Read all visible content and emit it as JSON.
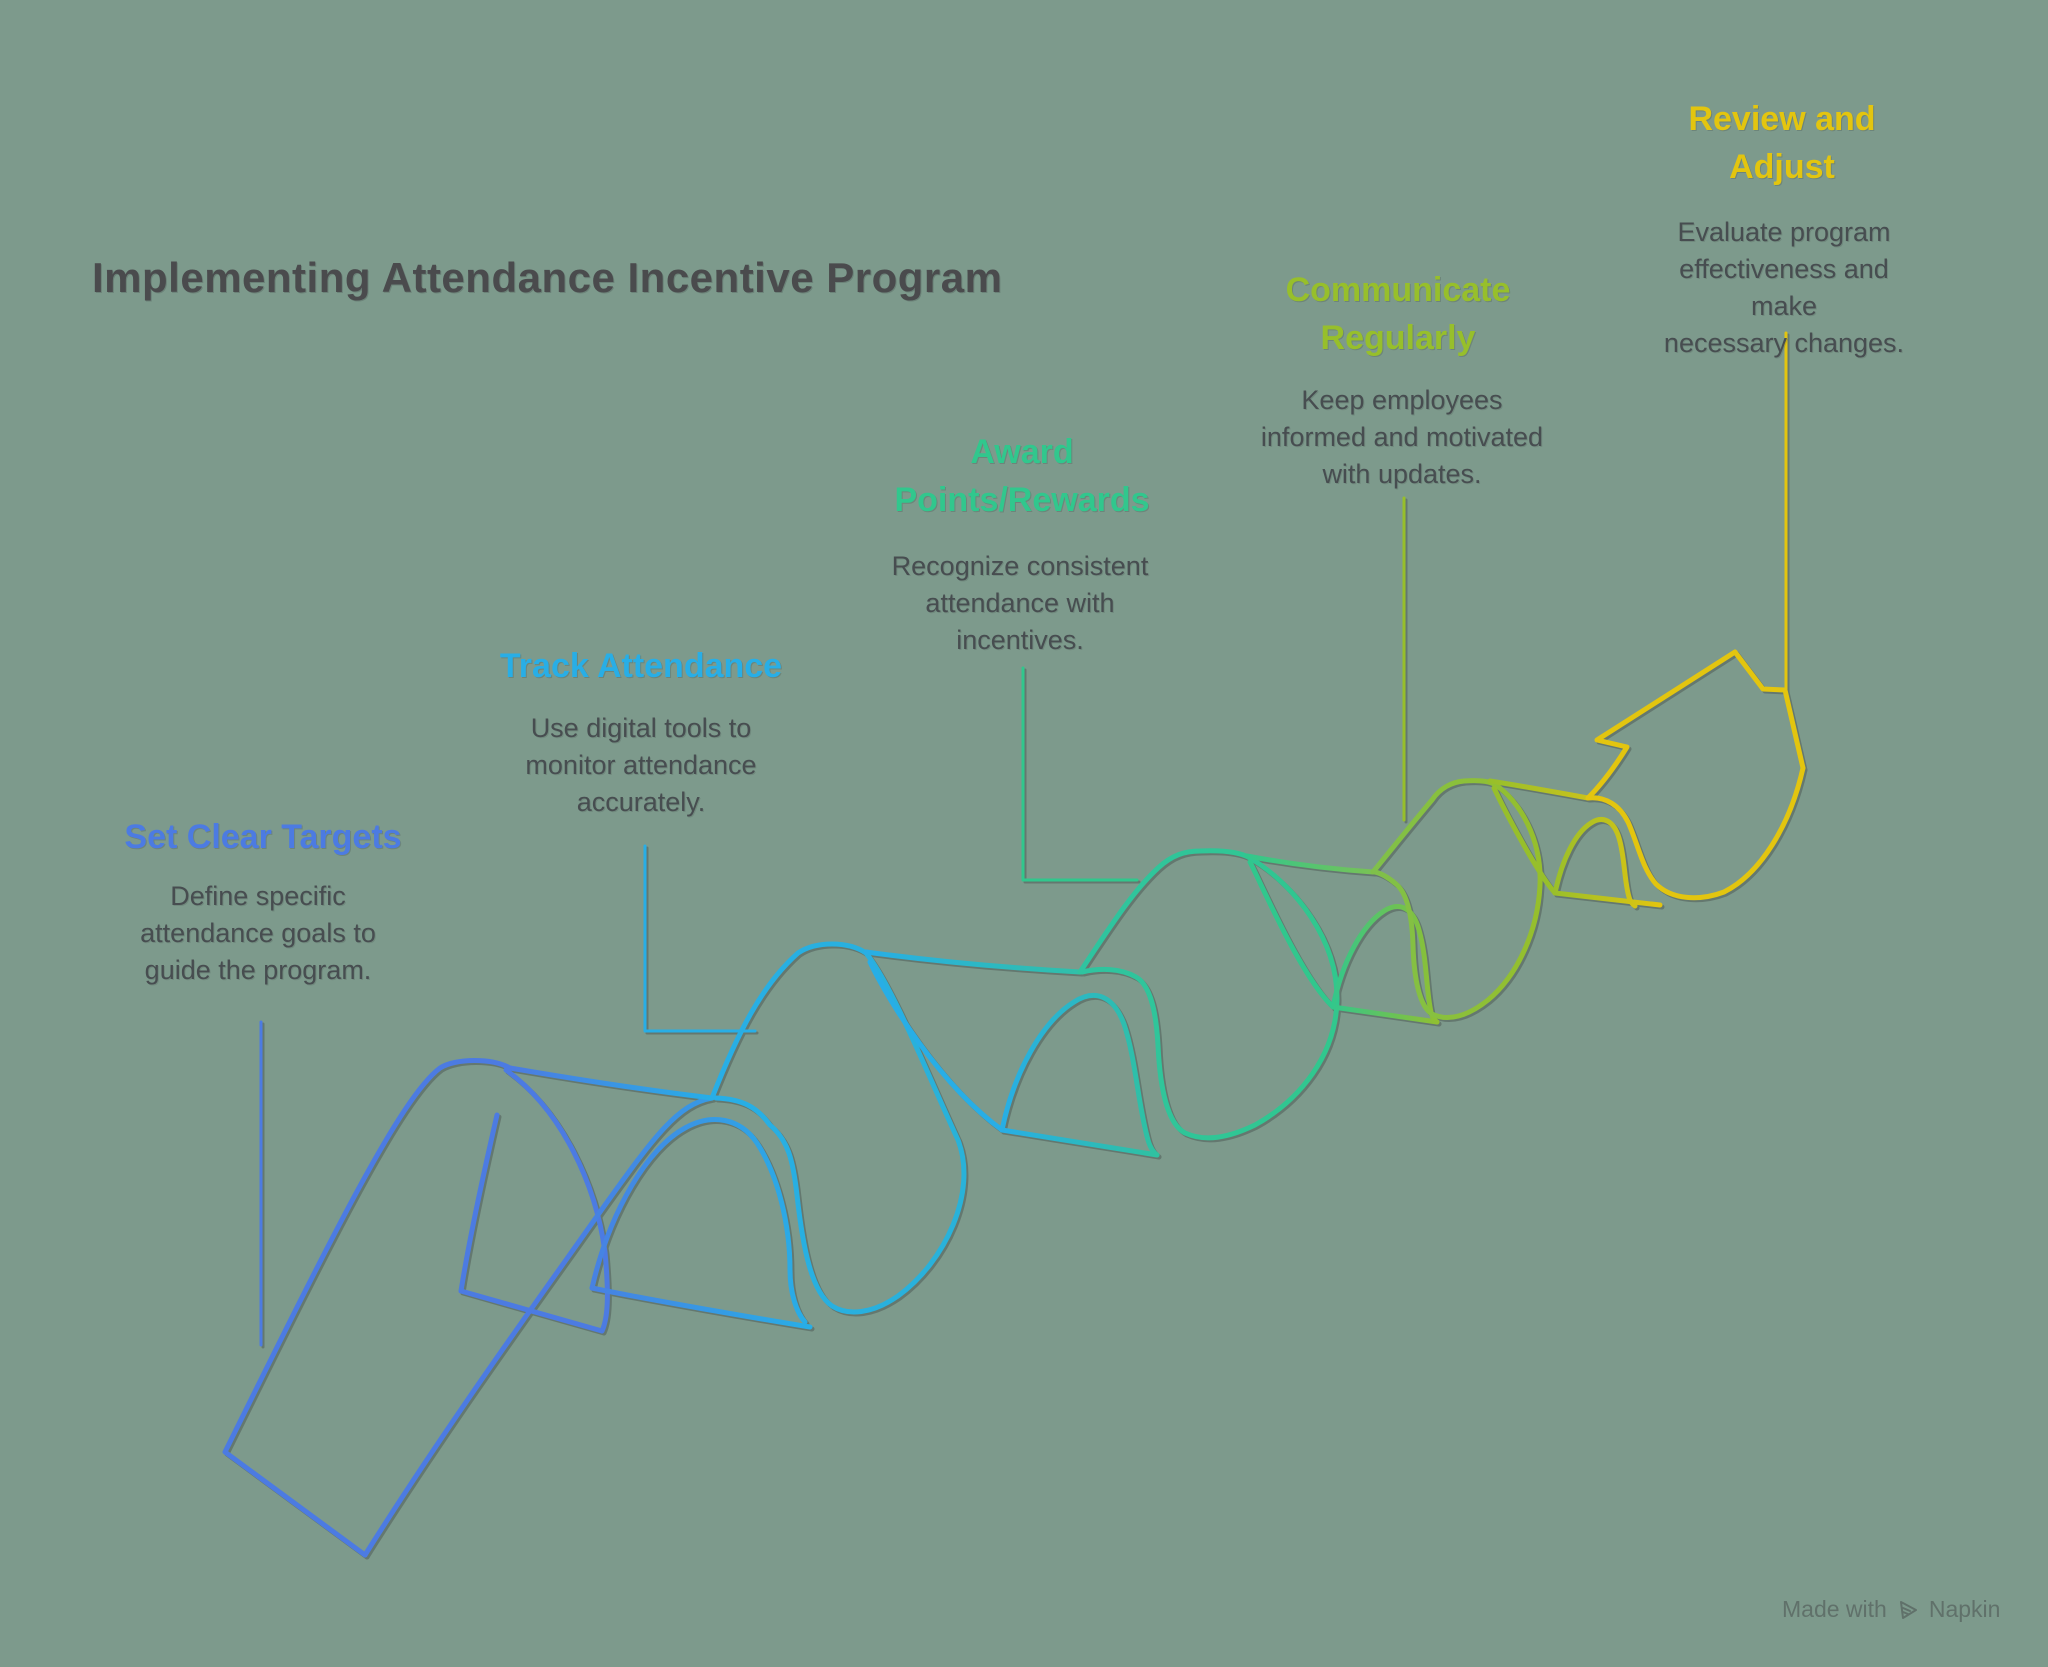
{
  "page": {
    "title": "Implementing Attendance Incentive Program",
    "background_color": "#7d9a8c",
    "title_color": "#4a4b4d"
  },
  "steps": [
    {
      "label": "Set Clear Targets",
      "description": "Define specific\nattendance goals to\nguide the program.",
      "color": "#4c7be2"
    },
    {
      "label": "Track Attendance",
      "description": "Use digital tools to\nmonitor attendance\naccurately.",
      "color": "#28aee6"
    },
    {
      "label": "Award\nPoints/Rewards",
      "description": "Recognize consistent\nattendance with\nincentives.",
      "color": "#31c78d"
    },
    {
      "label": "Communicate\nRegularly",
      "description": "Keep employees\ninformed and motivated\nwith updates.",
      "color": "#97bf2b"
    },
    {
      "label": "Review and\nAdjust",
      "description": "Evaluate program\neffectiveness and make\nnecessary changes.",
      "color": "#e3c50f"
    }
  ],
  "watermark": {
    "prefix": "Made with",
    "brand": "Napkin",
    "full_text": "Made with Napkin"
  }
}
